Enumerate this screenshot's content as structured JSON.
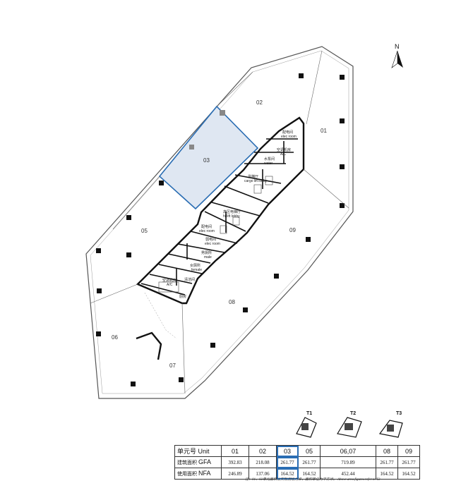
{
  "north_label": "N",
  "units": [
    {
      "id": "01",
      "label": "01"
    },
    {
      "id": "02",
      "label": "02"
    },
    {
      "id": "03",
      "label": "03"
    },
    {
      "id": "05",
      "label": "05"
    },
    {
      "id": "06",
      "label": "06"
    },
    {
      "id": "07",
      "label": "07"
    },
    {
      "id": "08",
      "label": "08"
    },
    {
      "id": "09",
      "label": "09"
    }
  ],
  "highlighted_unit": "03",
  "highlight_color": "#2a6db3",
  "highlight_fill": "#dfe7f2",
  "rooms": {
    "elec_room_1_cn": "配电间",
    "elec_room_1_en": "elec room",
    "ac_1_cn": "空调机房",
    "ac_1_en": "A/C",
    "water_cn": "水泵间",
    "water_en": "water",
    "cargo_lobby_cn": "货梯厅",
    "cargo_lobby_en": "cargo lift lobby",
    "hi_lobby_cn": "高区电梯厅",
    "hi_lobby_en": "hi lift lobby",
    "elec_room_2_cn": "配电间",
    "elec_room_2_en": "elec room",
    "elec_room_3_cn": "弱电间",
    "elec_room_3_en": "elec room",
    "male_cn": "男厕所",
    "male_en": "male",
    "female_cn": "女厕所",
    "female_en": "female",
    "ac_2_cn": "空调机房",
    "ac_2_en": "A/C",
    "cleaning_cn": "清洁间",
    "kitchen_cn": "厨房"
  },
  "key_plan": {
    "labels": [
      "T1",
      "T2",
      "T3"
    ]
  },
  "table": {
    "unit_header_cn": "单元号",
    "unit_header_en": "Unit",
    "gfa_cn": "建筑面积",
    "gfa_en": "GFA",
    "nfa_cn": "使用面积",
    "nfa_en": "NFA",
    "columns": [
      "01",
      "02",
      "03",
      "05",
      "06,07",
      "08",
      "09"
    ],
    "gfa": [
      "392.83",
      "218.08",
      "261.77",
      "261.77",
      "719.89",
      "261.77",
      "261.77"
    ],
    "nfa": [
      "246.89",
      "137.06",
      "164.52",
      "164.52",
      "452.44",
      "164.52",
      "164.52"
    ],
    "highlight_col": 2
  },
  "footnote": "注：01、02单元面积以实际测绘为准，面积单位为平方米。 Above area figures refer to T2"
}
